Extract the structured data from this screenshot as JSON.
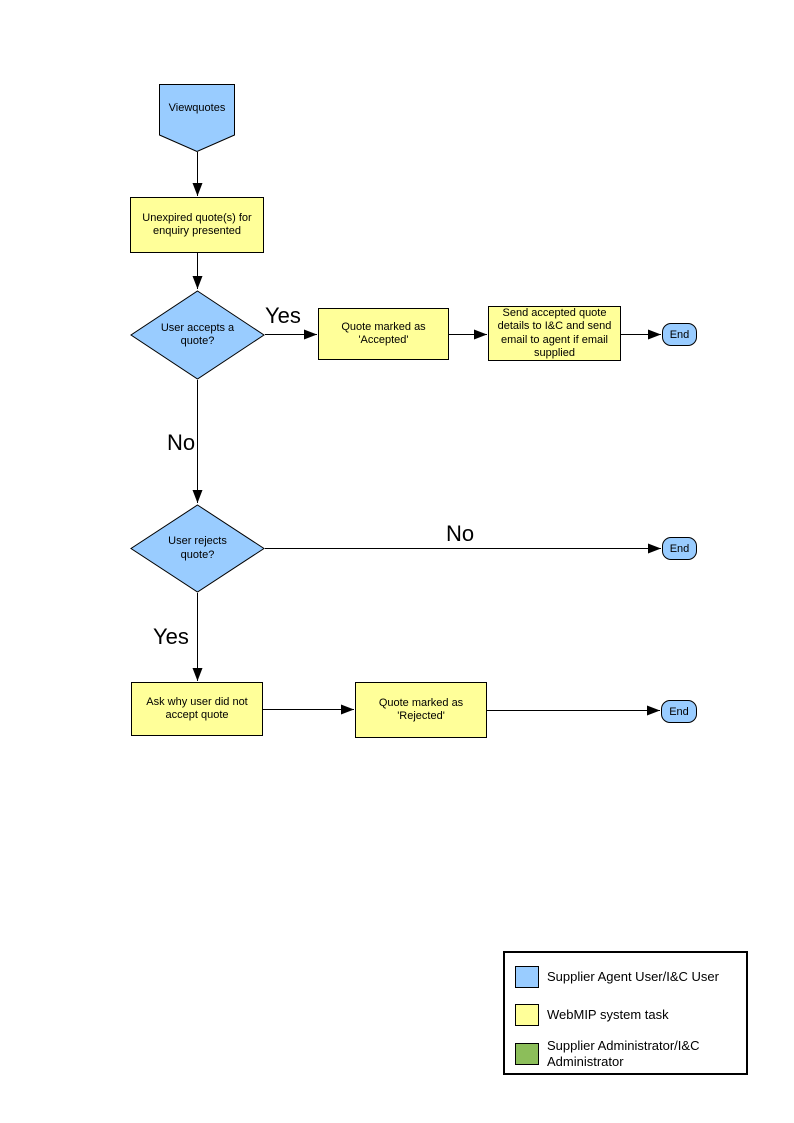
{
  "colors": {
    "actor_user_fill": "#99CCFF",
    "system_task_fill": "#FFFF99",
    "admin_fill": "#8CBE5A",
    "outline": "#000000",
    "background": "#FFFFFF"
  },
  "nodes": {
    "start": "Viewquotes",
    "present_quotes": "Unexpired quote(s) for enquiry presented",
    "accept_decision": "User accepts a quote?",
    "mark_accepted": "Quote marked as 'Accepted'",
    "send_details": "Send accepted quote details to I&C and send email to agent if email supplied",
    "reject_decision": "User rejects quote?",
    "ask_why": "Ask why user did not accept quote",
    "mark_rejected": "Quote marked as 'Rejected'",
    "end": "End"
  },
  "edge_labels": {
    "accept_yes": "Yes",
    "accept_no": "No",
    "reject_no": "No",
    "reject_yes": "Yes"
  },
  "legend": {
    "items": [
      {
        "color": "#99CCFF",
        "label": "Supplier Agent User/I&C User"
      },
      {
        "color": "#FFFF99",
        "label": "WebMIP system task"
      },
      {
        "color": "#8CBE5A",
        "label": "Supplier Administrator/I&C Administrator"
      }
    ]
  }
}
